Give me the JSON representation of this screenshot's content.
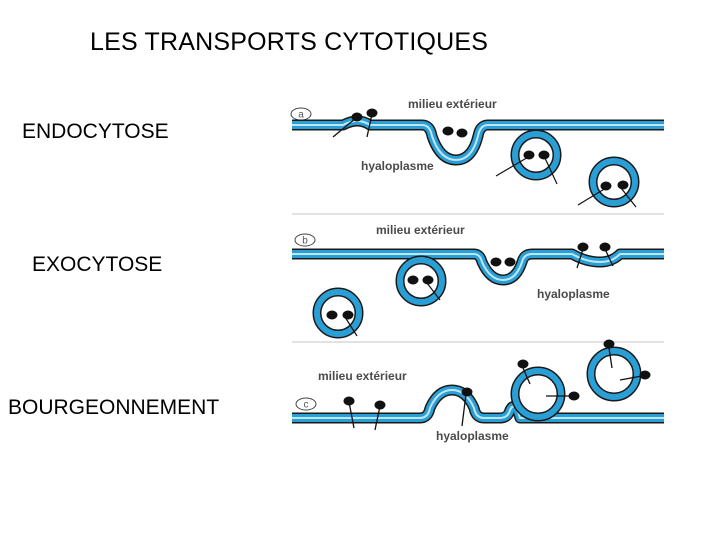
{
  "title": "LES TRANSPORTS CYTOTIQUES",
  "processes": [
    {
      "label": "ENDOCYTOSE"
    },
    {
      "label": "EXOCYTOSE"
    },
    {
      "label": "BOURGEONNEMENT"
    }
  ],
  "figure": {
    "panels": [
      {
        "tag": "a",
        "outside_label": "milieu extérieur",
        "inside_label": "hyaloplasme"
      },
      {
        "tag": "b",
        "outside_label": "milieu extérieur",
        "inside_label": "hyaloplasme"
      },
      {
        "tag": "c",
        "outside_label": "milieu extérieur",
        "inside_label": "hyaloplasme"
      }
    ],
    "colors": {
      "membrane": "#2a9fd6",
      "membrane_inner": "#bfe6f5",
      "outline": "#1a1a1a",
      "particle": "#111111",
      "separator": "#d9d9d9"
    }
  }
}
